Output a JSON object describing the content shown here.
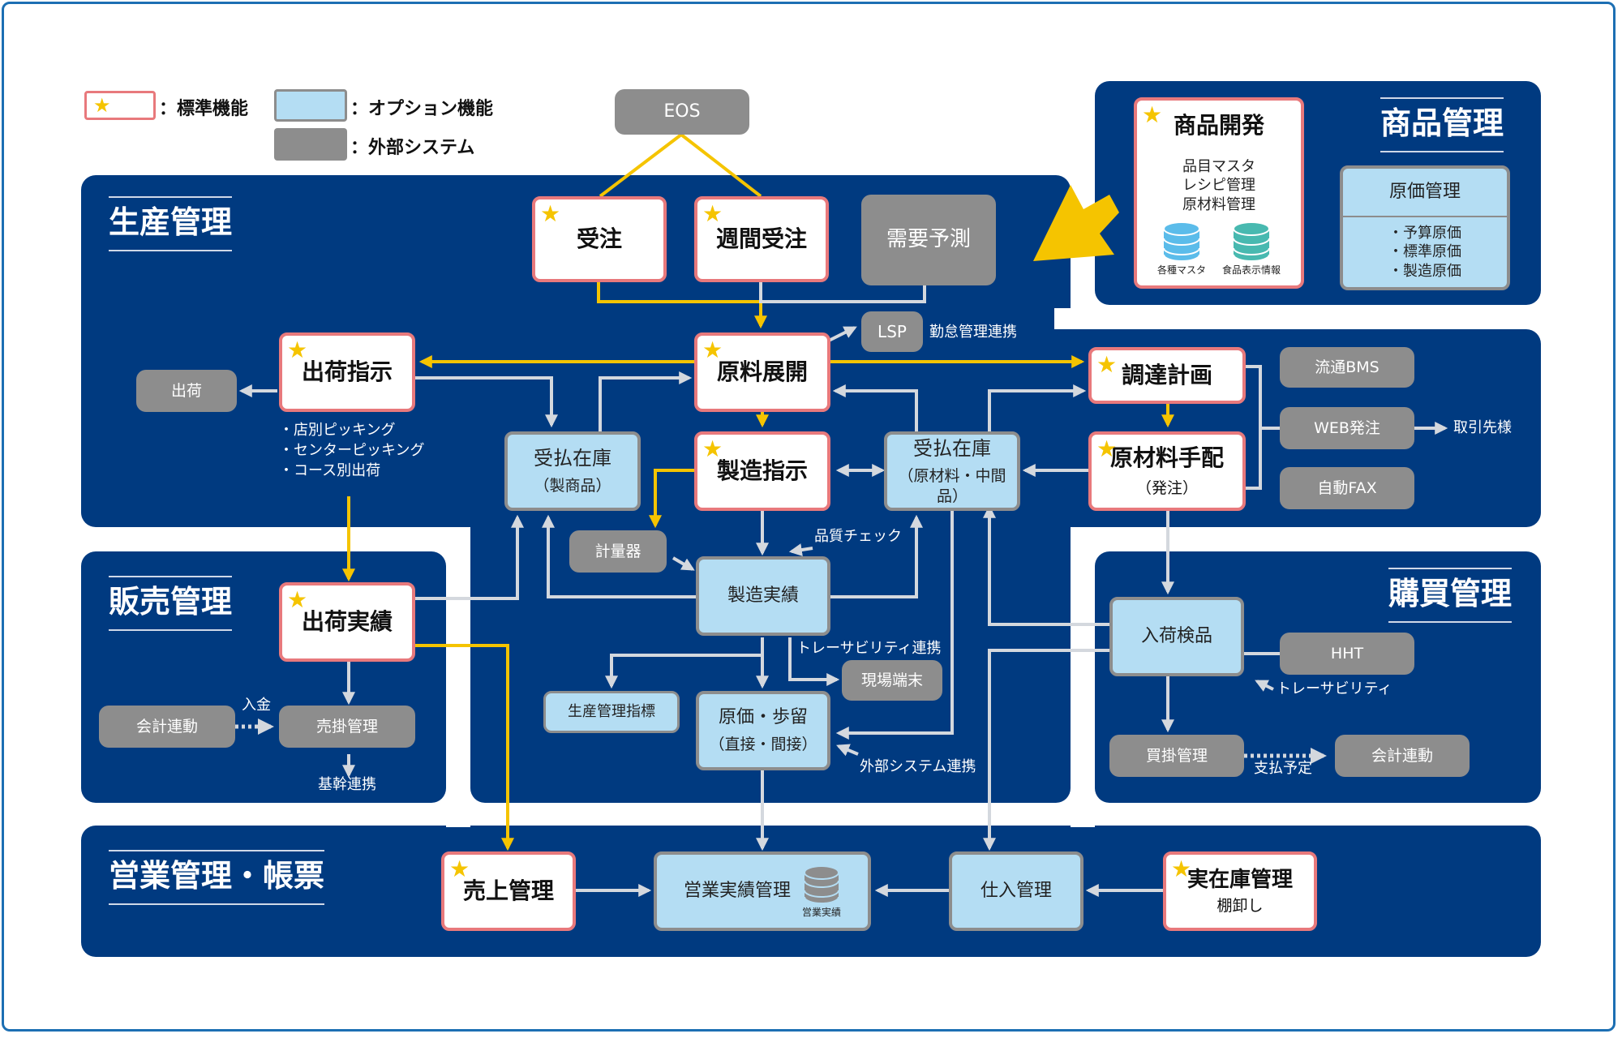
{
  "legend": {
    "standard": "：標準機能",
    "option": "：オプション機能",
    "external": "：外部システム"
  },
  "sections": {
    "production": "生産管理",
    "sales": "販売管理",
    "product": "商品管理",
    "purchase": "購買管理",
    "business": "営業管理・帳票"
  },
  "boxes": {
    "eos": "EOS",
    "order": "受注",
    "weekly_order": "週間受注",
    "demand_forecast": "需要予測",
    "lsp": "LSP",
    "shipping_instruction": "出荷指示",
    "material_expansion": "原料展開",
    "procurement_plan": "調達計画",
    "shipment": "出荷",
    "inventory_product": "受払在庫",
    "inventory_product_sub": "（製商品）",
    "manufacturing_instruction": "製造指示",
    "inventory_material": "受払在庫",
    "inventory_material_sub": "（原材料・中間品）",
    "material_arrangement": "原材料手配",
    "material_arrangement_sub": "（発注）",
    "ryutsu_bms": "流通BMS",
    "web_order": "WEB発注",
    "auto_fax": "自動FAX",
    "weigher": "計量器",
    "manufacturing_results": "製造実績",
    "shipping_results": "出荷実績",
    "accounting_link_left": "会計連動",
    "receivables": "売掛管理",
    "production_indicators": "生産管理指標",
    "site_terminal": "現場端末",
    "cost_yield": "原価・歩留",
    "cost_yield_sub": "（直接・間接）",
    "receiving_inspection": "入荷検品",
    "hht": "HHT",
    "payables": "買掛管理",
    "accounting_link_right": "会計連動",
    "sales_management": "売上管理",
    "business_results": "営業実績管理",
    "business_results_db": "営業実績",
    "purchase_management": "仕入管理",
    "actual_inventory": "実在庫管理",
    "actual_inventory_sub": "棚卸し",
    "product_development": "商品開発",
    "cost_management": "原価管理"
  },
  "product_dev_items": [
    "品目マスタ",
    "レシピ管理",
    "原材料管理"
  ],
  "product_dev_dbs": [
    "各種マスタ",
    "食品表示情報"
  ],
  "cost_items": [
    "・予算原価",
    "・標準原価",
    "・製造原価"
  ],
  "shipping_items": [
    "・店別ピッキング",
    "・センターピッキング",
    "・コース別出荷"
  ],
  "labels": {
    "attendance_link": "勤怠管理連携",
    "trading_partner": "取引先様",
    "quality_check": "品質チェック",
    "traceability_link": "トレーサビリティ連携",
    "deposit": "入金",
    "core_link": "基幹連携",
    "external_link": "外部システム連携",
    "traceability": "トレーサビリティ",
    "payment_schedule": "支払予定"
  },
  "colors": {
    "navy": "#003a80",
    "standard_border": "#e8797c",
    "option_fill": "#b4ddf3",
    "external_fill": "#8d8d8d",
    "arrow_yellow": "#f5c400",
    "arrow_grey": "#d4d8de",
    "star": "#f5c400"
  },
  "icons": [
    "star-icon",
    "database-icon",
    "big-arrow-icon"
  ]
}
